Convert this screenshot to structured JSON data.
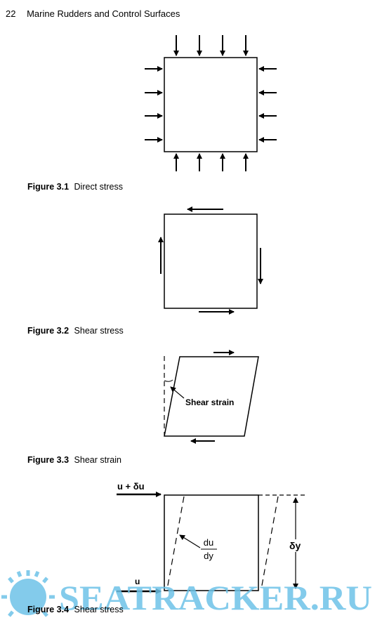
{
  "header": {
    "page_number": "22",
    "running_title": "Marine Rudders and Control Surfaces"
  },
  "figures": [
    {
      "label": "Figure 3.1",
      "caption": "Direct stress"
    },
    {
      "label": "Figure 3.2",
      "caption": "Shear stress"
    },
    {
      "label": "Figure 3.3",
      "caption": "Shear strain",
      "annotation": "Shear strain"
    },
    {
      "label": "Figure 3.4",
      "caption": "Shear stress",
      "top_velocity": "u + δu",
      "bottom_velocity": "u",
      "gradient_numerator": "du",
      "gradient_denominator": "dy",
      "height_label": "δy"
    }
  ],
  "watermark": {
    "text": "SEATRACKER.RU",
    "color": "#6ec3e8"
  }
}
